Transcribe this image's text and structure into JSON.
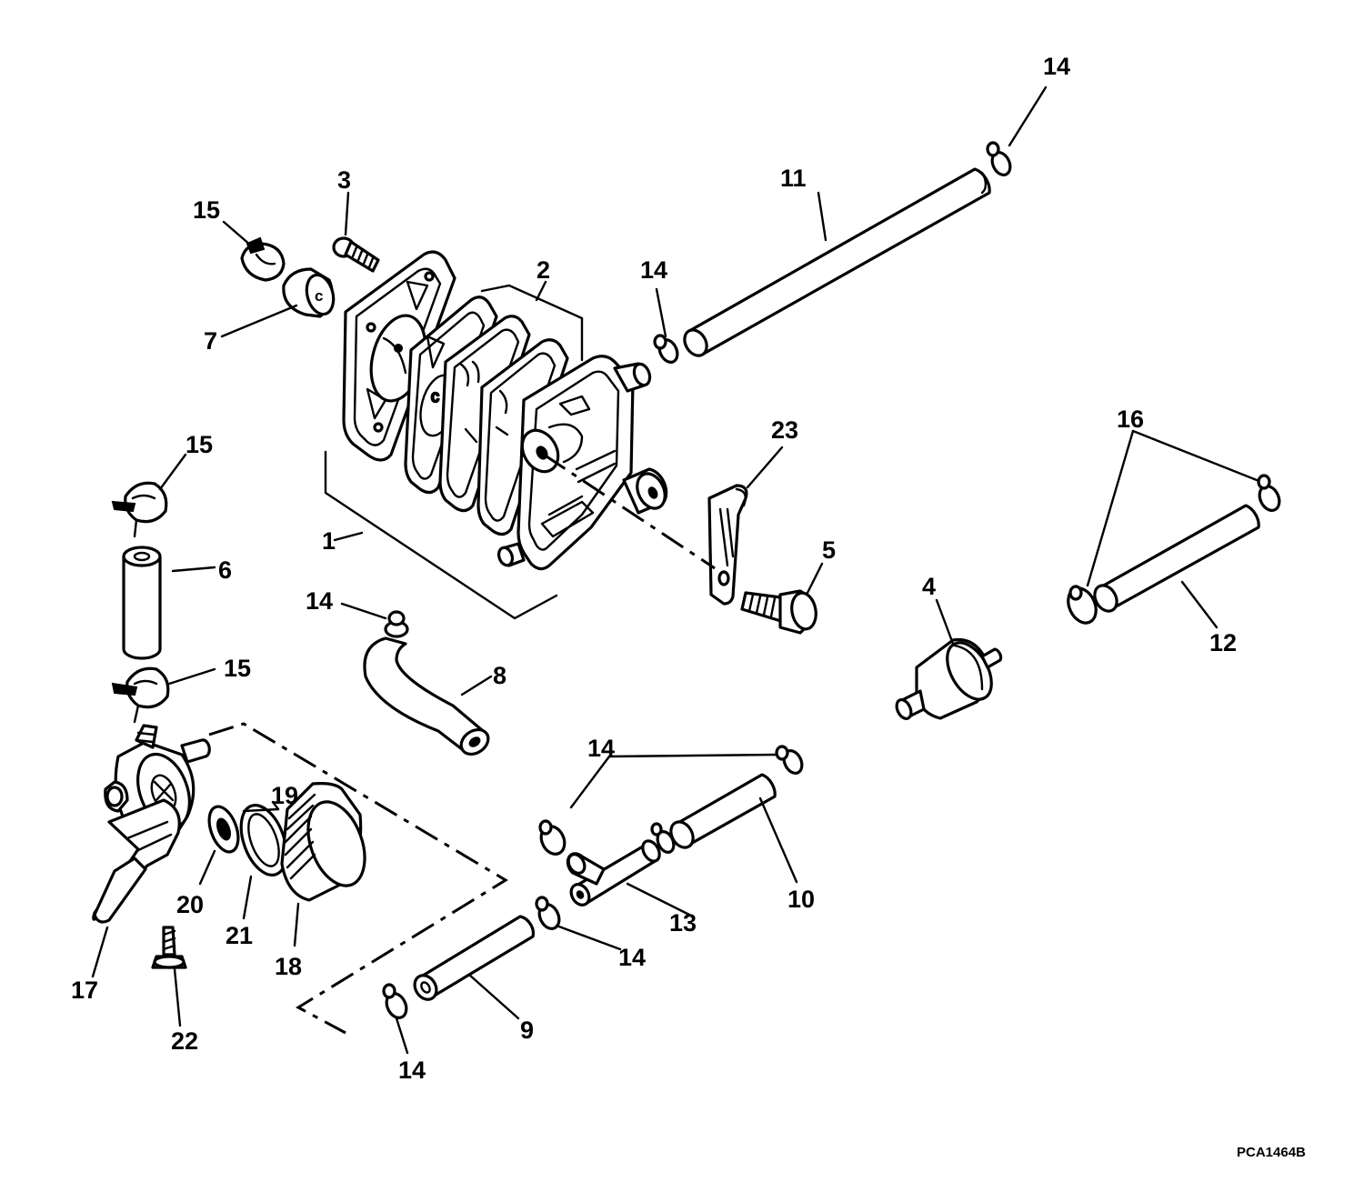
{
  "callouts": [
    {
      "id": "c14a",
      "label": "14"
    },
    {
      "id": "c11",
      "label": "11"
    },
    {
      "id": "c3",
      "label": "3"
    },
    {
      "id": "c15a",
      "label": "15"
    },
    {
      "id": "c2",
      "label": "2"
    },
    {
      "id": "c14b",
      "label": "14"
    },
    {
      "id": "c7",
      "label": "7"
    },
    {
      "id": "c16",
      "label": "16"
    },
    {
      "id": "c23",
      "label": "23"
    },
    {
      "id": "c15b",
      "label": "15"
    },
    {
      "id": "c6",
      "label": "6"
    },
    {
      "id": "c1",
      "label": "1"
    },
    {
      "id": "c5",
      "label": "5"
    },
    {
      "id": "c4",
      "label": "4"
    },
    {
      "id": "c14c",
      "label": "14"
    },
    {
      "id": "c12",
      "label": "12"
    },
    {
      "id": "c15c",
      "label": "15"
    },
    {
      "id": "c8",
      "label": "8"
    },
    {
      "id": "c14d",
      "label": "14"
    },
    {
      "id": "c19",
      "label": "19"
    },
    {
      "id": "c10",
      "label": "10"
    },
    {
      "id": "c20",
      "label": "20"
    },
    {
      "id": "c21",
      "label": "21"
    },
    {
      "id": "c13",
      "label": "13"
    },
    {
      "id": "c18",
      "label": "18"
    },
    {
      "id": "c14e",
      "label": "14"
    },
    {
      "id": "c17",
      "label": "17"
    },
    {
      "id": "c9",
      "label": "9"
    },
    {
      "id": "c22",
      "label": "22"
    },
    {
      "id": "c14f",
      "label": "14"
    }
  ],
  "drawing_code": "PCA1464B"
}
